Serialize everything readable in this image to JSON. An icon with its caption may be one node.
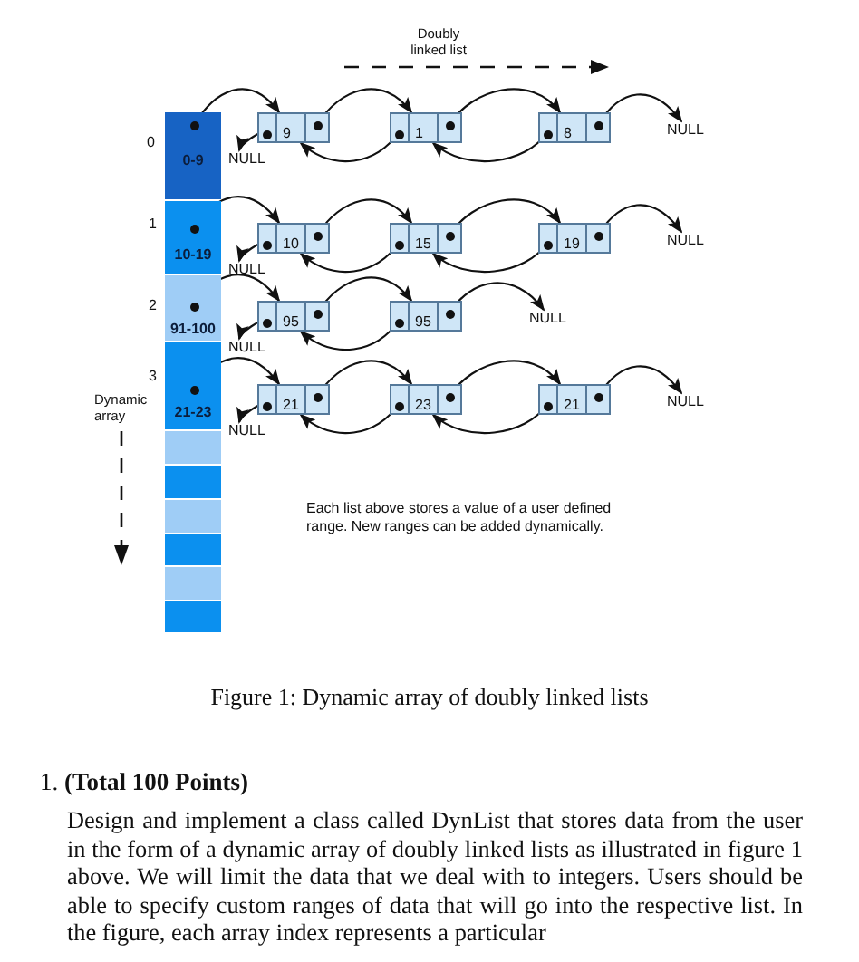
{
  "diagram": {
    "caption": "Figure 1: Dynamic array of doubly linked lists",
    "nodes": [
      {
        "text": [
          "0-9"
        ],
        "beside": [
          "0"
        ]
      },
      {
        "text": [
          "10-19"
        ],
        "beside": [
          "1"
        ]
      },
      {
        "text": [
          "91-100"
        ],
        "beside": [
          "2"
        ]
      },
      {
        "text": [
          "21-23"
        ],
        "beside": [
          "3"
        ]
      },
      {
        "text": [],
        "shape": "box"
      },
      {
        "text": [],
        "shape": "box"
      },
      {
        "text": [],
        "shape": "box"
      },
      {
        "text": [],
        "shape": "box"
      },
      {
        "text": [],
        "shape": "box"
      },
      {
        "text": [],
        "shape": "box"
      },
      {
        "text": [
          "9"
        ]
      },
      {
        "text": [
          "1"
        ]
      },
      {
        "text": [
          "8"
        ]
      },
      {
        "text": [
          "NULL"
        ]
      },
      {
        "text": [
          "NULL"
        ]
      },
      {
        "text": [
          "10"
        ]
      },
      {
        "text": [
          "15"
        ]
      },
      {
        "text": [
          "19"
        ]
      },
      {
        "text": [
          "NULL"
        ]
      },
      {
        "text": [
          "NULL"
        ]
      },
      {
        "text": [
          "95"
        ]
      },
      {
        "text": [
          "95"
        ]
      },
      {
        "text": [
          "NULL"
        ]
      },
      {
        "text": [
          "NULL"
        ]
      },
      {
        "text": [
          "21"
        ]
      },
      {
        "text": [
          "23"
        ]
      },
      {
        "text": [
          "21"
        ]
      },
      {
        "text": [
          "NULL"
        ]
      },
      {
        "text": [
          "NULL"
        ]
      }
    ],
    "edges": [
      {
        "from": 0,
        "to": 10,
        "arrow": "to"
      },
      {
        "from": 10,
        "to": 11,
        "arrow": "to"
      },
      {
        "from": 11,
        "to": 10,
        "arrow": "to"
      },
      {
        "from": 11,
        "to": 12,
        "arrow": "to"
      },
      {
        "from": 12,
        "to": 11,
        "arrow": "to"
      },
      {
        "from": 10,
        "to": 13,
        "arrow": "to"
      },
      {
        "from": 12,
        "to": 14,
        "arrow": "to"
      },
      {
        "from": 1,
        "to": 15,
        "arrow": "to"
      },
      {
        "from": 15,
        "to": 16,
        "arrow": "to"
      },
      {
        "from": 16,
        "to": 15,
        "arrow": "to"
      },
      {
        "from": 16,
        "to": 17,
        "arrow": "to"
      },
      {
        "from": 17,
        "to": 16,
        "arrow": "to"
      },
      {
        "from": 15,
        "to": 18,
        "arrow": "to"
      },
      {
        "from": 17,
        "to": 19,
        "arrow": "to"
      },
      {
        "from": 2,
        "to": 20,
        "arrow": "to"
      },
      {
        "from": 20,
        "to": 21,
        "arrow": "to"
      },
      {
        "from": 21,
        "to": 20,
        "arrow": "to"
      },
      {
        "from": 20,
        "to": 22,
        "arrow": "to"
      },
      {
        "from": 21,
        "to": 23,
        "arrow": "to"
      },
      {
        "from": 3,
        "to": 24,
        "arrow": "to"
      },
      {
        "from": 24,
        "to": 25,
        "arrow": "to"
      },
      {
        "from": 25,
        "to": 24,
        "arrow": "to"
      },
      {
        "from": 25,
        "to": 26,
        "arrow": "to"
      },
      {
        "from": 26,
        "to": 25,
        "arrow": "to"
      },
      {
        "from": 24,
        "to": 27,
        "arrow": "to"
      },
      {
        "from": 26,
        "to": 28,
        "arrow": "to"
      }
    ],
    "labels": [
      "Doubly linked list",
      "Dynamic array",
      "Each list above stores a value of a user defined range. New ranges can be added dynamically.",
      "1. **(Total 100 Points)**",
      "Design and implement a class called DynList that stores data from the user in the form of a dynamic array of doubly linked lists as illustrated in figure 1 above. We will limit the data that we deal with to integers. Users should be able to specify custom ranges of data that will go into the respective list. In the figure, each array index represents a particular"
    ]
  }
}
